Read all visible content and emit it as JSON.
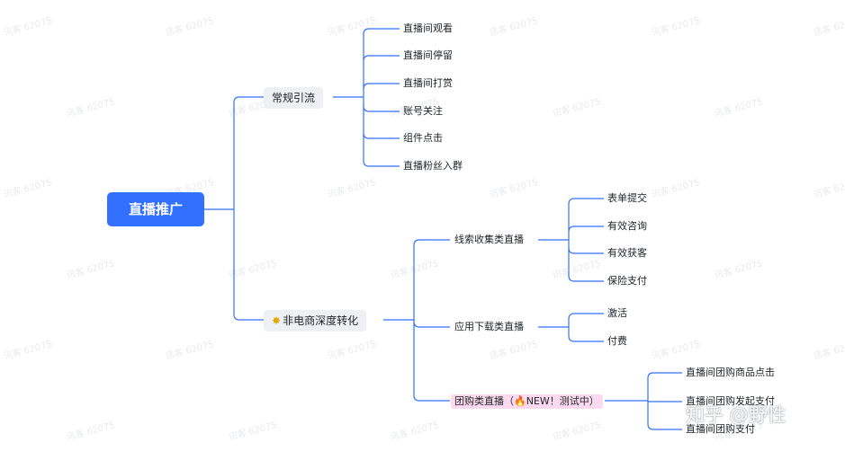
{
  "root": {
    "label": "直播推广"
  },
  "branches": [
    {
      "label": "常规引流",
      "icon": "",
      "leaves": [
        "直播间观看",
        "直播间停留",
        "直播间打赏",
        "账号关注",
        "组件点击",
        "直播粉丝入群"
      ]
    },
    {
      "label": "非电商深度转化",
      "icon": "sparkle-icon",
      "children": [
        {
          "label": "线索收集类直播",
          "leaves": [
            "表单提交",
            "有效咨询",
            "有效获客",
            "保险支付"
          ]
        },
        {
          "label": "应用下载类直播",
          "leaves": [
            "激活",
            "付费"
          ]
        },
        {
          "label": "团购类直播（🔥NEW！测试中）",
          "highlight": "#fbd9ef",
          "leaves": [
            "直播间团购商品点击",
            "直播间团购发起支付",
            "直播间团购支付"
          ]
        }
      ]
    }
  ],
  "watermark_text": "讯客 62075",
  "attribution": "知乎 @野性",
  "colors": {
    "root": "#3370ff",
    "line": "#3370ff",
    "mid_bg": "#eef0f3",
    "highlight": "#fbd9ef"
  }
}
